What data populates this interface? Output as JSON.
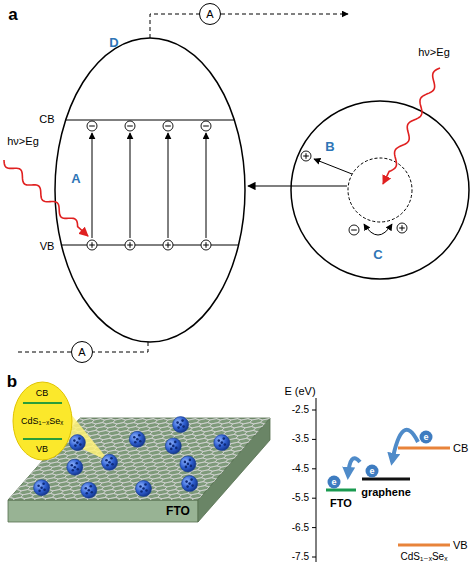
{
  "diagram": {
    "nodes": [
      {
        "text": [
          "A"
        ]
      },
      {
        "text": [
          "A"
        ]
      },
      {
        "text": [
          "CB",
          "CdS₁₋ₓSeₓ",
          "VB"
        ]
      }
    ],
    "labels": [
      "a",
      "D",
      "A",
      "CB",
      "VB",
      "hν>Eg",
      "B",
      "C",
      "hν>Eg",
      "b",
      "E (eV)",
      "-2.5",
      "-3.5",
      "-4.5",
      "-5.5",
      "-6.5",
      "-7.5",
      "FTO",
      "FTO",
      "graphene",
      "CB",
      "VB",
      "CdS₁₋ₓSeₓ",
      "e",
      "e",
      "e"
    ]
  }
}
